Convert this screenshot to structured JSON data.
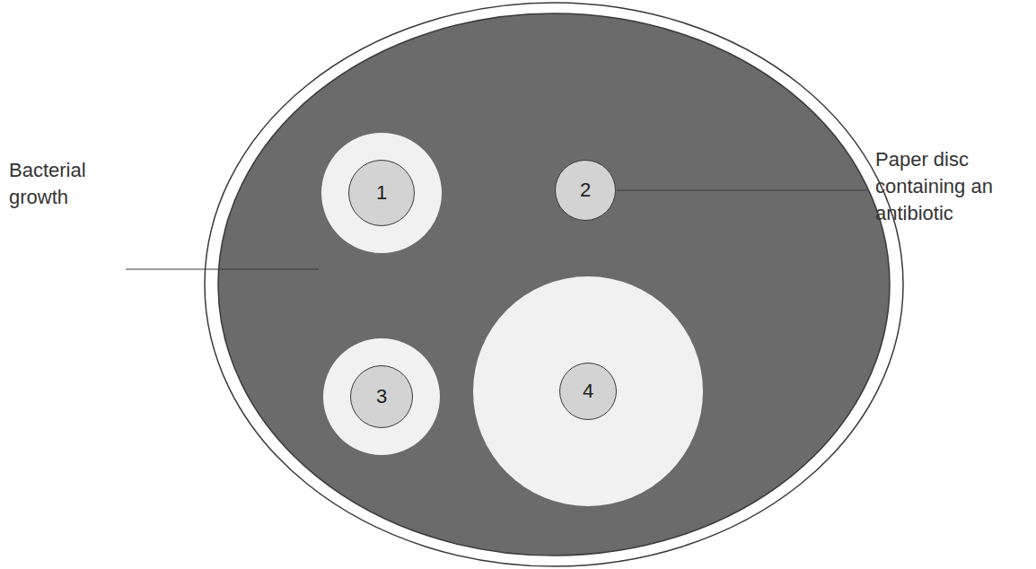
{
  "diagram": {
    "nodes": [
      {
        "text": [
          "1"
        ]
      },
      {
        "text": [
          "2"
        ]
      },
      {
        "text": [
          "3"
        ]
      },
      {
        "text": [
          "4"
        ]
      }
    ],
    "labels": [
      "Bacterial growth",
      "Paper disc containing an antibiotic"
    ]
  }
}
